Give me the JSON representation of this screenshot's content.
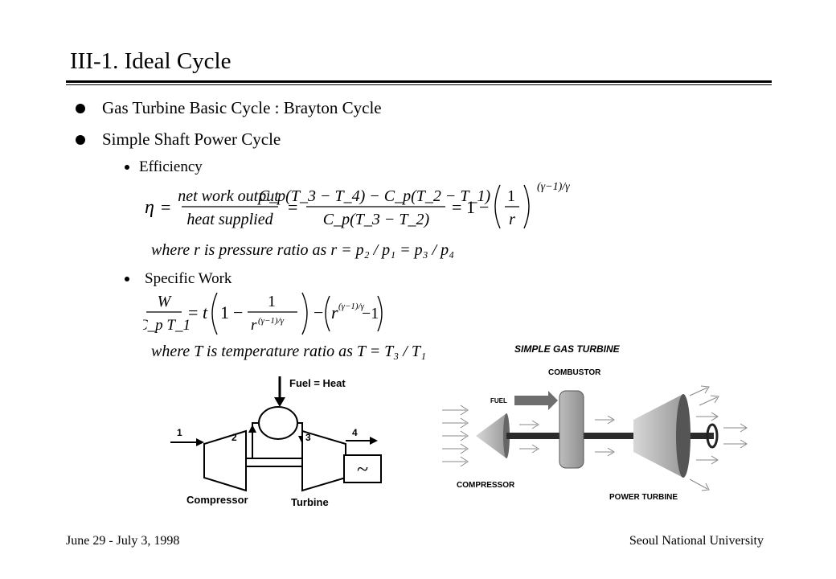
{
  "slide": {
    "title": "III-1. Ideal Cycle"
  },
  "bullets": [
    "Gas Turbine Basic Cycle : Brayton Cycle",
    "Simple Shaft Power Cycle"
  ],
  "subbullets": {
    "efficiency": "Efficiency",
    "specific_work": "Specific Work"
  },
  "equations": {
    "efficiency_eq": {
      "eta": "η",
      "eq": "=",
      "frac1_num": "net work output",
      "frac1_den": "heat supplied",
      "frac2_num": "C_p(T_3 − T_4) − C_p(T_2 − T_1)",
      "frac2_den": "C_p(T_3 − T_2)",
      "one": "1",
      "frac3_num": "1",
      "frac3_den": "r",
      "exponent": "(γ−1)/γ"
    },
    "where_pressure": "where  r  is pressure ratio as r = p₂ / p₁ = p₃ / p₄",
    "specific_work_eq": {
      "lhs_num": "W",
      "lhs_den": "C_p T_1",
      "t": "t",
      "one": "1",
      "inner_num": "1",
      "inner_den_base": "r",
      "inner_den_exp": "(γ−1)/γ",
      "r_base": "r",
      "r_exp": "(γ−1)/γ",
      "minus_one": "−1"
    },
    "where_temperature": "where  T  is temperature ratio as T = T₃ / T₁"
  },
  "diagram_left": {
    "fuel_label": "Fuel = Heat",
    "labels": [
      "1",
      "2",
      "3",
      "4"
    ],
    "compressor": "Compressor",
    "turbine": "Turbine",
    "generator_symbol": "~"
  },
  "diagram_right": {
    "title": "SIMPLE GAS TURBINE",
    "combustor": "COMBUSTOR",
    "fuel": "FUEL",
    "compressor": "COMPRESSOR",
    "power_turbine": "POWER TURBINE"
  },
  "footer": {
    "left": "June 29 - July 3, 1998",
    "right": "Seoul National University"
  }
}
